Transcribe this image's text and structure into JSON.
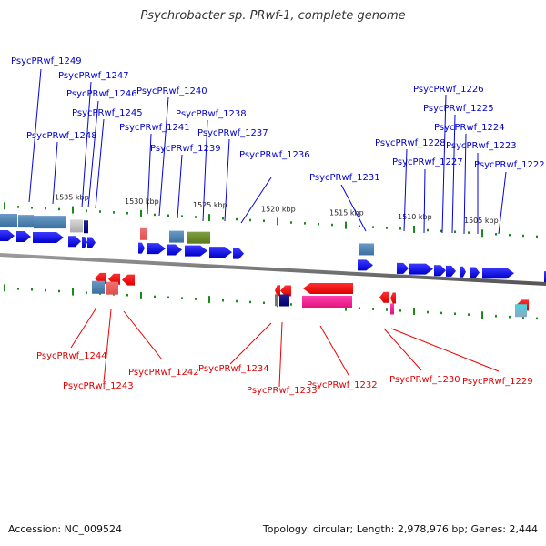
{
  "title": "Psychrobacter sp. PRwf-1, complete genome",
  "footer": {
    "accession": "Accession: NC_009524",
    "summary": "Topology: circular; Length: 2,978,976 bp; Genes: 2,444"
  },
  "colors": {
    "forward_gene": "#0000ee",
    "reverse_gene": "#ff0000",
    "top_label": "#0000cc",
    "bottom_label": "#dd0000",
    "tick": "#1a8a1a",
    "backbone": "#808080"
  },
  "kbp_marks": [
    "1535 kbp",
    "1530 kbp",
    "1525 kbp",
    "1520 kbp",
    "1515 kbp",
    "1510 kbp",
    "1505 kbp"
  ],
  "top_labels": [
    "PsycPRwf_1249",
    "PsycPRwf_1247",
    "PsycPRwf_1246",
    "PsycPRwf_1245",
    "PsycPRwf_1248",
    "PsycPRwf_1240",
    "PsycPRwf_1241",
    "PsycPRwf_1238",
    "PsycPRwf_1239",
    "PsycPRwf_1237",
    "PsycPRwf_1236",
    "PsycPRwf_1231",
    "PsycPRwf_1226",
    "PsycPRwf_1225",
    "PsycPRwf_1224",
    "PsycPRwf_1228",
    "PsycPRwf_1223",
    "PsycPRwf_1227",
    "PsycPRwf_1222"
  ],
  "bottom_labels": [
    "PsycPRwf_1244",
    "PsycPRwf_1243",
    "PsycPRwf_1242",
    "PsycPRwf_1234",
    "PsycPRwf_1233",
    "PsycPRwf_1232",
    "PsycPRwf_1230",
    "PsycPRwf_1229"
  ]
}
